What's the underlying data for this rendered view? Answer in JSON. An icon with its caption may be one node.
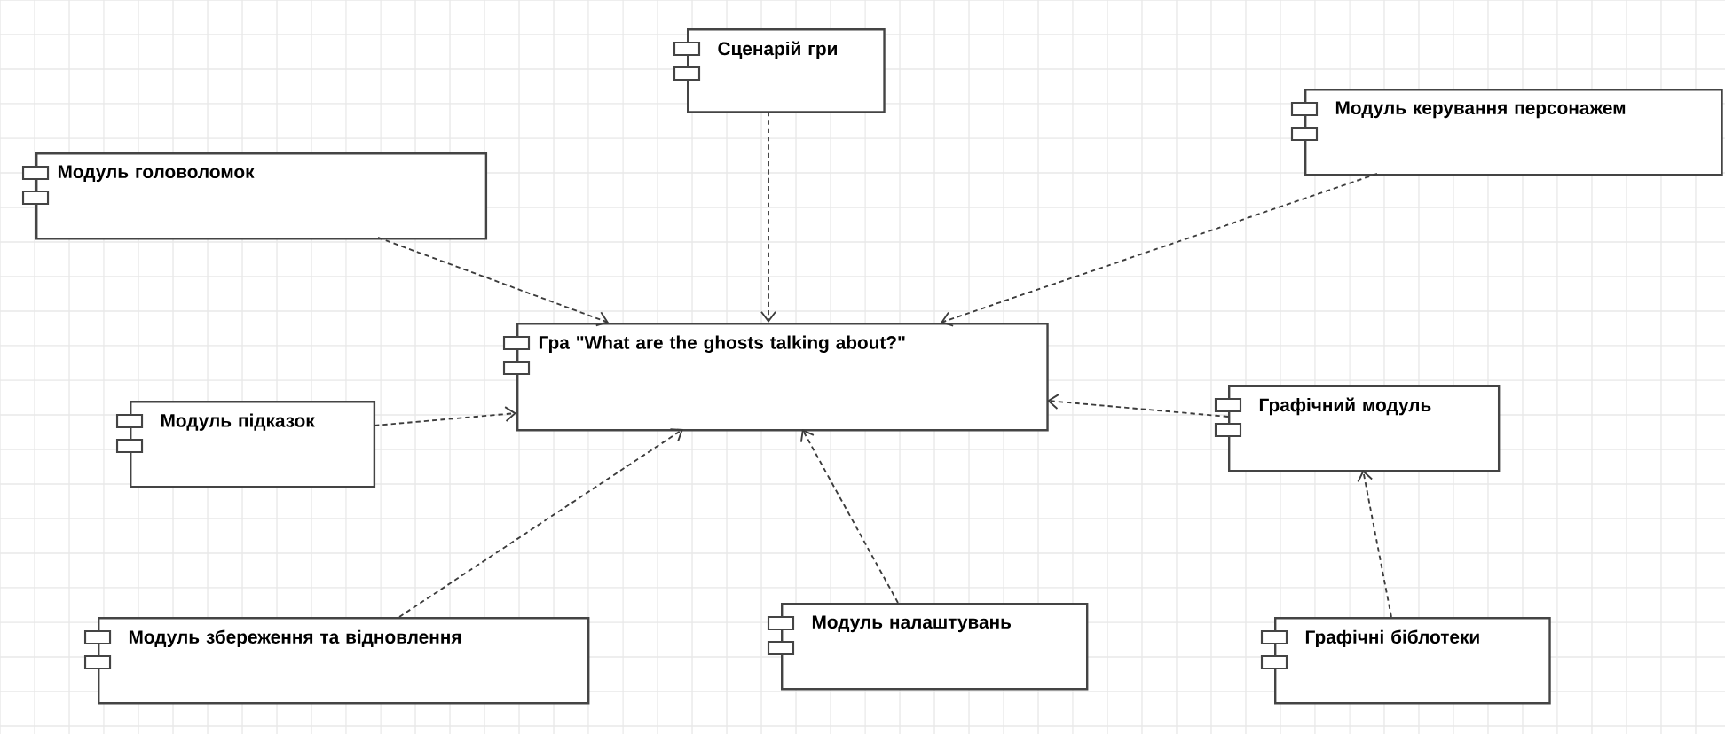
{
  "diagram": {
    "nodes": [
      {
        "text": [
          "Сценарій гри"
        ]
      },
      {
        "text": [
          "Модуль керування персонажем"
        ]
      },
      {
        "text": [
          "Модуль головоломок"
        ]
      },
      {
        "text": [
          "Гра \"What are the ghosts talking about?\""
        ]
      },
      {
        "text": [
          "Графічний модуль"
        ]
      },
      {
        "text": [
          "Модуль підказок"
        ]
      },
      {
        "text": [
          "Модуль налаштувань"
        ]
      },
      {
        "text": [
          "Модуль збереження та відновлення"
        ]
      },
      {
        "text": [
          "Графічні біблотеки"
        ]
      }
    ],
    "edges": [
      {
        "from": 0,
        "to": 3,
        "arrow": "to"
      },
      {
        "from": 2,
        "to": 3,
        "arrow": "to"
      },
      {
        "from": 1,
        "to": 3,
        "arrow": "to"
      },
      {
        "from": 5,
        "to": 3,
        "arrow": "to"
      },
      {
        "from": 4,
        "to": 3,
        "arrow": "to"
      },
      {
        "from": 7,
        "to": 3,
        "arrow": "to"
      },
      {
        "from": 6,
        "to": 3,
        "arrow": "to"
      },
      {
        "from": 8,
        "to": 4,
        "arrow": "to"
      }
    ]
  }
}
